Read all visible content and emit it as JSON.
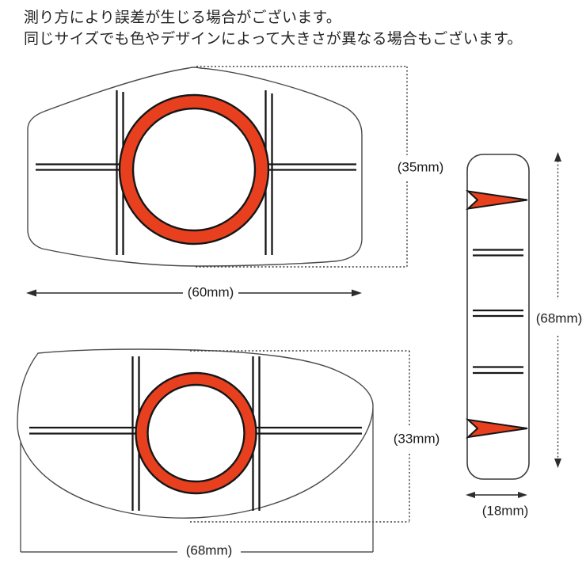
{
  "header": {
    "line1": "測り方により誤差が生じる場合がございます。",
    "line2": "同じサイズでも色やデザインによって大きさが異なる場合もございます。"
  },
  "figures": {
    "large_marker": {
      "width": "(60mm)",
      "height": "(35mm)"
    },
    "wide_marker": {
      "width": "(68mm)",
      "height": "(33mm)"
    },
    "strip_sticker": {
      "width": "(18mm)",
      "height": "(68mm)"
    }
  },
  "colors": {
    "accent_red": "#e8401e",
    "outline_ink": "#161616",
    "shape_outline_gray": "#4a4a4a"
  }
}
